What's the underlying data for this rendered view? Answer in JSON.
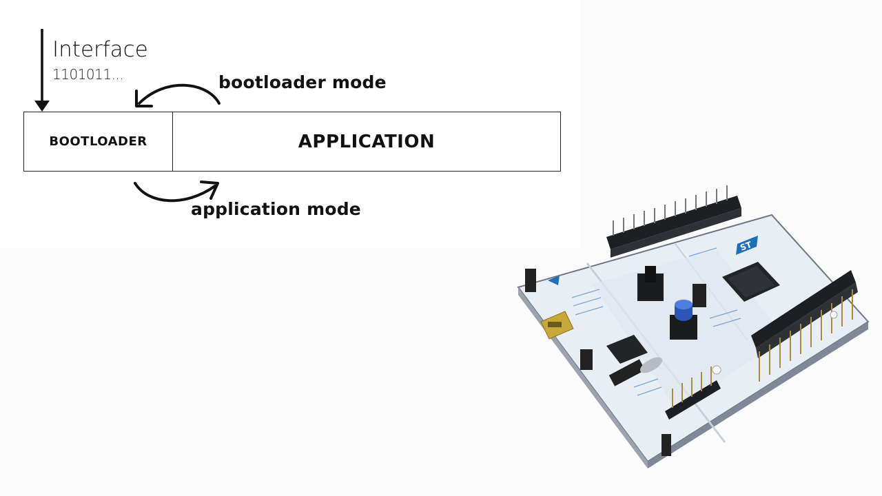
{
  "interface": {
    "title": "Interface",
    "data": "1101011..."
  },
  "memory_map": {
    "bootloader_label": "BOOTLOADER",
    "application_label": "APPLICATION"
  },
  "modes": {
    "bootloader_mode": "bootloader mode",
    "application_mode": "application mode"
  },
  "board": {
    "logo": "ST"
  }
}
